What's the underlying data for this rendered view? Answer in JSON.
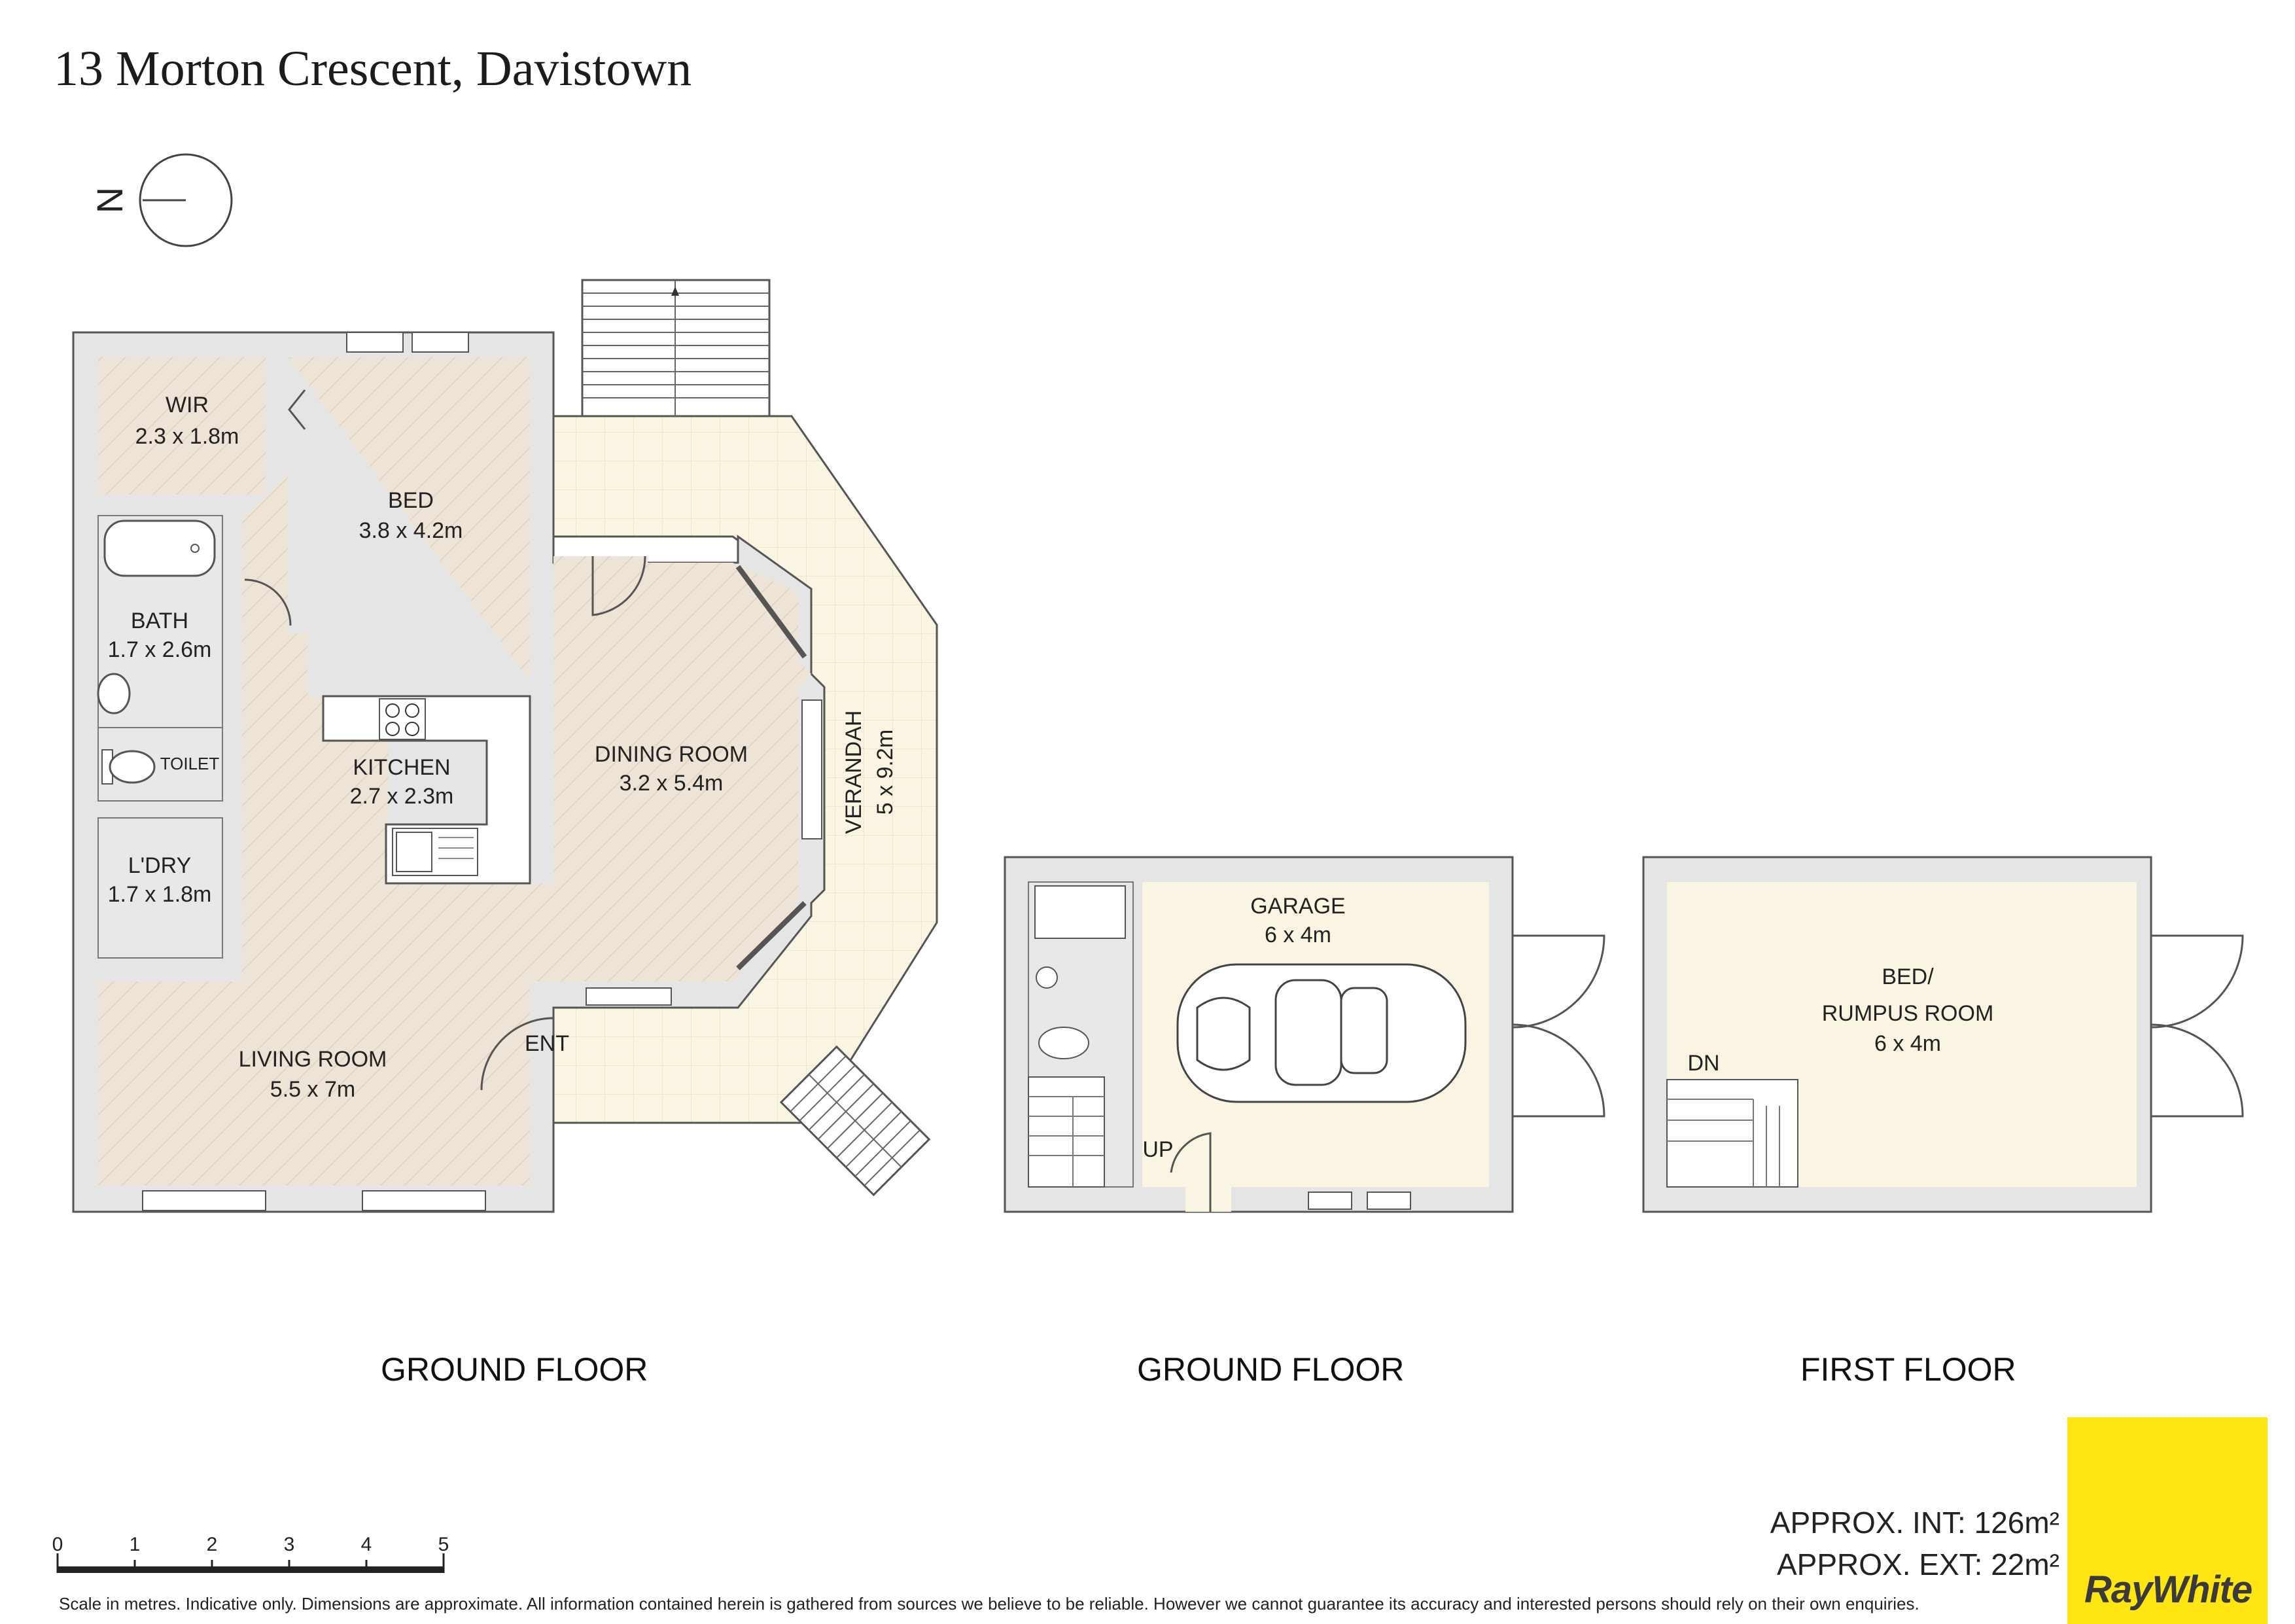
{
  "title": "13 Morton Crescent, Davistown",
  "compass": {
    "label": "N",
    "icon": "north-arrow-icon"
  },
  "rooms": {
    "wir": {
      "name": "WIR",
      "size": "2.3 x 1.8m"
    },
    "bed": {
      "name": "BED",
      "size": "3.8 x 4.2m"
    },
    "bath": {
      "name": "BATH",
      "size": "1.7 x 2.6m"
    },
    "toilet": {
      "name": "TOILET"
    },
    "kitchen": {
      "name": "KITCHEN",
      "size": "2.7 x 2.3m"
    },
    "dining": {
      "name": "DINING ROOM",
      "size": "3.2 x 5.4m"
    },
    "verandah": {
      "name": "VERANDAH",
      "size": "5 x 9.2m"
    },
    "laundry": {
      "name": "L'DRY",
      "size": "1.7 x 1.8m"
    },
    "living": {
      "name": "LIVING ROOM",
      "size": "5.5 x 7m"
    },
    "entry": {
      "name": "ENT"
    },
    "garage": {
      "name": "GARAGE",
      "size": "6 x 4m"
    },
    "garage_stairs": {
      "name": "UP"
    },
    "rumpus": {
      "name1": "BED/",
      "name2": "RUMPUS ROOM",
      "size": "6 x 4m"
    },
    "rumpus_stairs": {
      "name": "DN"
    }
  },
  "floor_captions": [
    "GROUND FLOOR",
    "GROUND FLOOR",
    "FIRST FLOOR"
  ],
  "areas": {
    "internal": "APPROX. INT:  126m²",
    "external": "APPROX. EXT:  22m²"
  },
  "scale": {
    "ticks": [
      "0",
      "1",
      "2",
      "3",
      "4",
      "5"
    ]
  },
  "disclaimer": "Scale in metres. Indicative only. Dimensions are approximate. All information contained herein is gathered from sources we believe to be reliable. However we cannot guarantee its accuracy and interested persons should rely on their own enquiries.",
  "logo": {
    "text": "RayWhite"
  },
  "colors": {
    "interior_floor": "#ede3d7",
    "exterior_floor": "#faf5e3",
    "wall": "#e5e5e5",
    "wall_outline": "#555555",
    "brand_yellow": "#ffe512"
  }
}
